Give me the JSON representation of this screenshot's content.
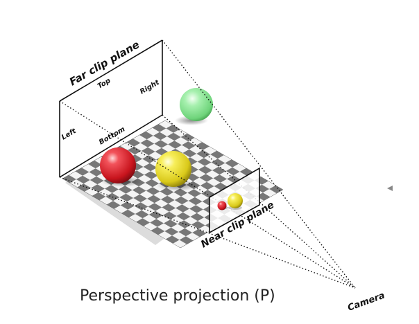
{
  "diagram": {
    "far_clip_label": "Far clip plane",
    "near_clip_label": "Near clip plane",
    "top_label": "Top",
    "left_label": "Left",
    "right_label": "Right",
    "bottom_label": "Bottom",
    "camera_label": "Camera",
    "caption": "Perspective projection (P)"
  },
  "colors": {
    "red_sphere": "#e8202a",
    "yellow_sphere": "#f1e226",
    "green_sphere": "#7ee08a",
    "checker_dark": "#777777",
    "checker_light": "#f4f4f4"
  }
}
